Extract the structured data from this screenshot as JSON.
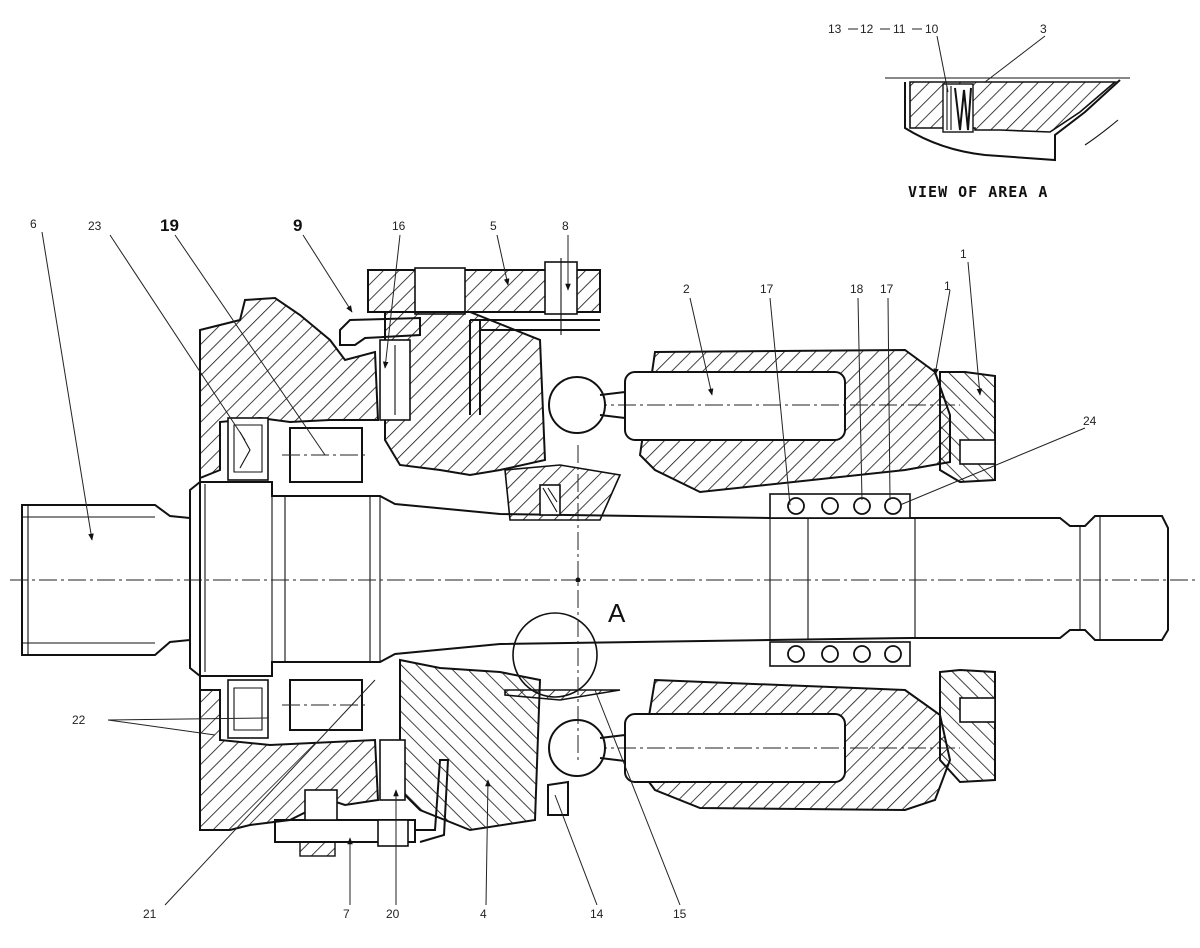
{
  "view": {
    "title": "VIEW OF AREA A",
    "callouts": [
      "13",
      "12",
      "11",
      "10",
      "3"
    ]
  },
  "section_label": "A",
  "callouts": {
    "c6": "6",
    "c23": "23",
    "c19": "19",
    "c9": "9",
    "c16": "16",
    "c5": "5",
    "c8": "8",
    "c2": "2",
    "c17a": "17",
    "c18": "18",
    "c17b": "17",
    "c1a": "1",
    "c1b": "1",
    "c24": "24",
    "c22": "22",
    "c21": "21",
    "c7": "7",
    "c20": "20",
    "c4": "4",
    "c14": "14",
    "c15": "15"
  },
  "colors": {
    "ink": "#111111",
    "background": "#ffffff"
  }
}
